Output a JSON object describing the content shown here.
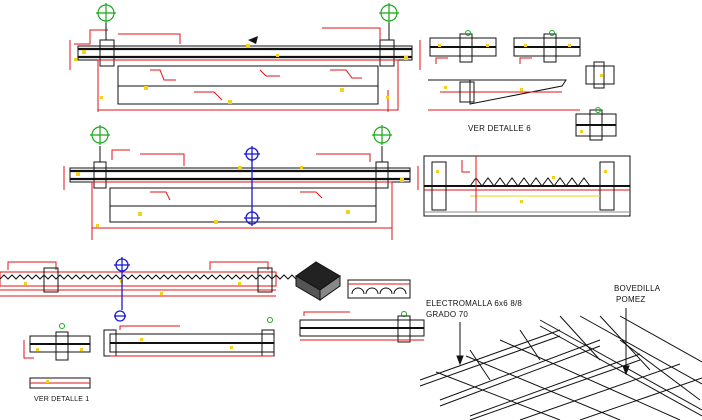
{
  "labels": {
    "ver_detalle_6": "VER DETALLE 6",
    "ver_detalle_1": "VER DETALLE 1",
    "electromalla_line1": "ELECTROMALLA 6x6 8/8",
    "electromalla_line2": "GRADO 70",
    "bovedilla_line1": "BOVEDILLA",
    "bovedilla_line2": "POMEZ"
  },
  "colors": {
    "background": "#ffffff",
    "red": "#e01414",
    "yellow": "#f2d21a",
    "green": "#19a819",
    "blue": "#1a1ad6",
    "black": "#111111",
    "gray": "#8a8a8a"
  },
  "icons": [
    "grid-axis-marker-icon",
    "section-cut-marker-icon",
    "isometric-slab-icon"
  ]
}
